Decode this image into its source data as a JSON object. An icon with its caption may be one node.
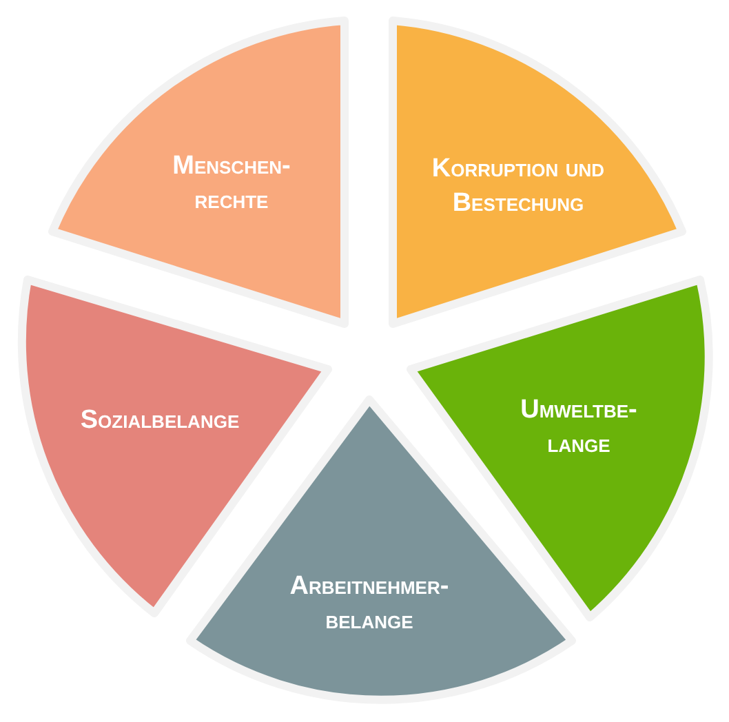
{
  "diagram": {
    "nodes": [
      {
        "text": [
          "Menschen- rechte"
        ]
      },
      {
        "text": [
          "Korruption und Bestechung"
        ]
      },
      {
        "text": [
          "Umweltbe- lange"
        ]
      },
      {
        "text": [
          "Arbeitnehmer- belange"
        ]
      },
      {
        "text": [
          "Sozialbelange"
        ]
      }
    ]
  }
}
